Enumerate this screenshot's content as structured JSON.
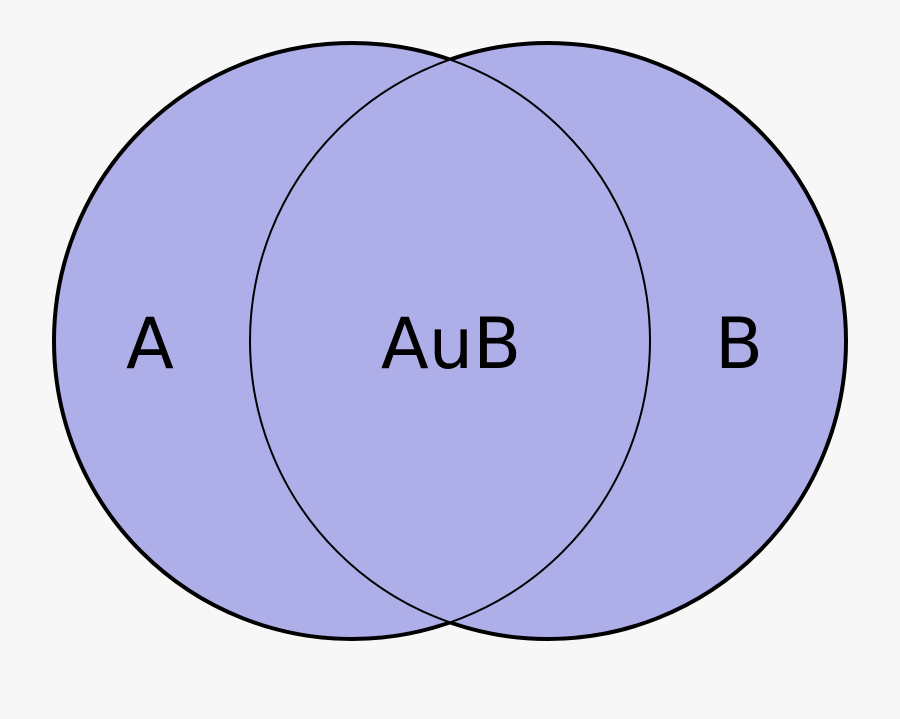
{
  "diagram": {
    "type": "venn",
    "fill_color": "#aeaee9",
    "stroke_color": "#000000",
    "background_color": "#f7f7f7",
    "sets": [
      {
        "id": "A",
        "label": "A"
      },
      {
        "id": "B",
        "label": "B"
      }
    ],
    "union_label": "AuB"
  }
}
